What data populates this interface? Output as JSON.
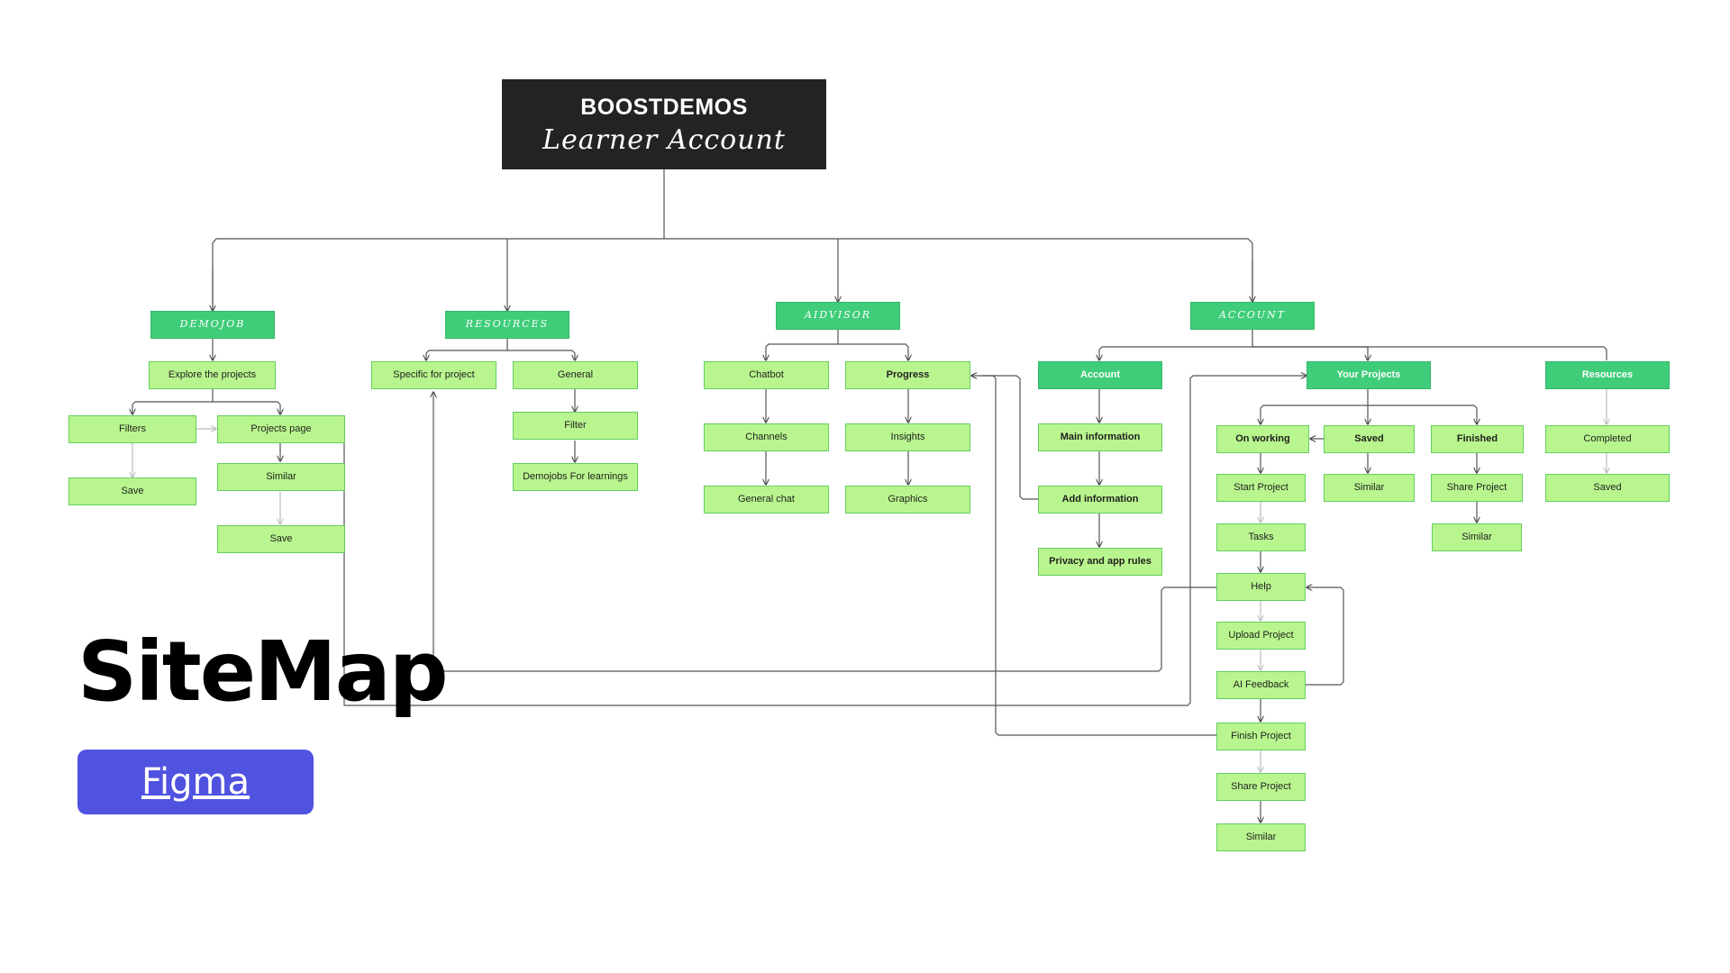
{
  "root": {
    "line1": "BOOSTDEMOS",
    "line2": "Learner Account"
  },
  "categories": {
    "demojob": "DEMOJOB",
    "resources": "RESOURCES",
    "aidvisor": "AIDVISOR",
    "account": "ACCOUNT"
  },
  "demojob": {
    "explore": "Explore the projects",
    "filters": "Filters",
    "save_filters": "Save",
    "projects_page": "Projects page",
    "similar": "Similar",
    "save": "Save"
  },
  "resources": {
    "specific": "Specific for project",
    "general": "General",
    "filter": "Filter",
    "demojobs_learnings": "Demojobs For learnings"
  },
  "aidvisor": {
    "chatbot": "Chatbot",
    "channels": "Channels",
    "general_chat": "General chat",
    "progress": "Progress",
    "insights": "Insights",
    "graphics": "Graphics"
  },
  "account": {
    "account": "Account",
    "main_information": "Main information",
    "add_information": "Add information",
    "privacy": "Privacy and app rules",
    "your_projects": "Your Projects",
    "resources": "Resources",
    "on_working": "On working",
    "saved": "Saved",
    "finished": "Finished",
    "start_project": "Start Project",
    "similar_saved": "Similar",
    "share_project_finished": "Share Project",
    "similar_finished": "Similar",
    "tasks": "Tasks",
    "help": "Help",
    "upload_project": "Upload Project",
    "ai_feedback": "AI Feedback",
    "finish_project": "Finish Project",
    "share_project": "Share Project",
    "similar_final": "Similar",
    "completed": "Completed",
    "saved_resources": "Saved"
  },
  "title": "SiteMap",
  "link_label": "Figma",
  "colors": {
    "light_node": "#b9f58e",
    "dark_node": "#3fcd79",
    "root": "#232323",
    "figma_button": "#5052e0",
    "line": "#555555"
  }
}
